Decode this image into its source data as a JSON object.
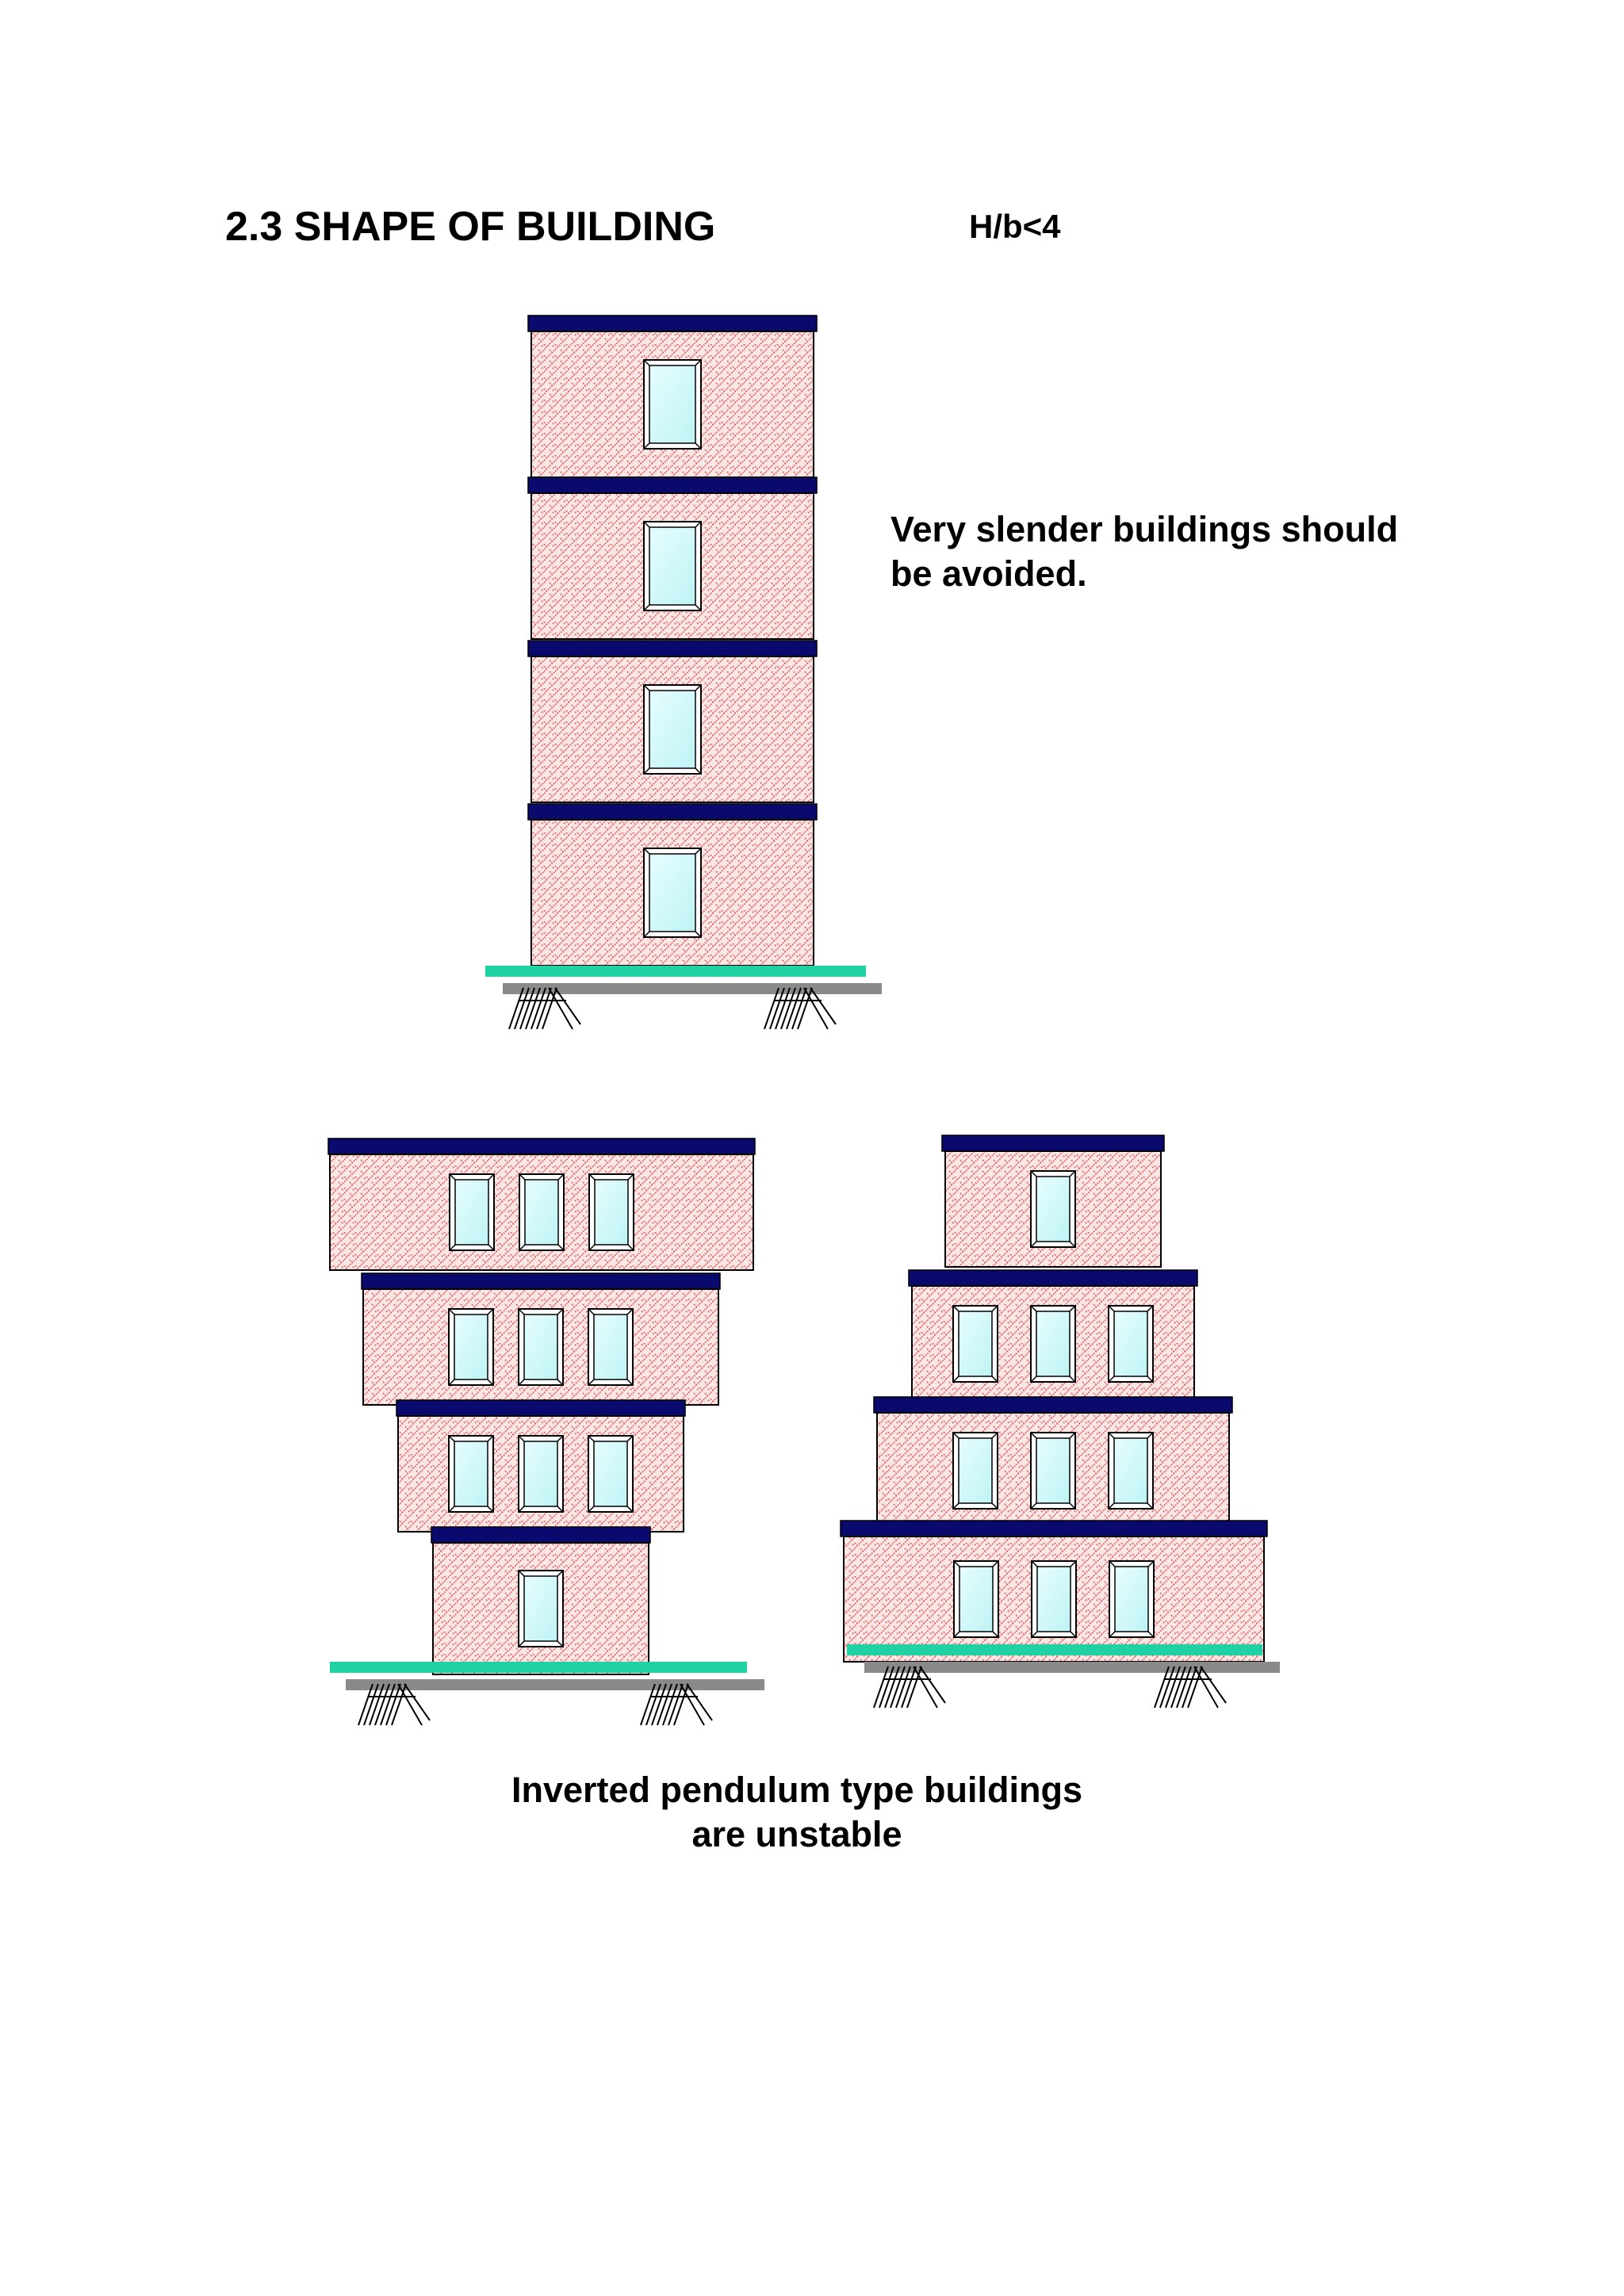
{
  "page": {
    "title": "2.3 SHAPE OF BUILDING",
    "ratio_rule": "H/b<4"
  },
  "annotations": {
    "slender_line1": "Very slender buildings should",
    "slender_line2": "be avoided.",
    "pendulum_line1": "Inverted pendulum type buildings",
    "pendulum_line2": "are unstable"
  },
  "figures": {
    "slender": {
      "storeys": 4,
      "windows_per_storey": [
        1,
        1,
        1,
        1
      ]
    },
    "inverted_pendulum": {
      "storeys": 4,
      "windows_per_storey_top_down": [
        3,
        3,
        3,
        1
      ]
    },
    "stepped": {
      "storeys": 4,
      "windows_per_storey_top_down": [
        1,
        3,
        3,
        3
      ]
    }
  },
  "colors": {
    "wall": "#fbe6e6",
    "brick_pattern": "#e06060",
    "slab": "#0a0a6e",
    "plinth": "#1fd1a3",
    "ground": "#8a8a8a",
    "glass": "#bff3f5"
  }
}
